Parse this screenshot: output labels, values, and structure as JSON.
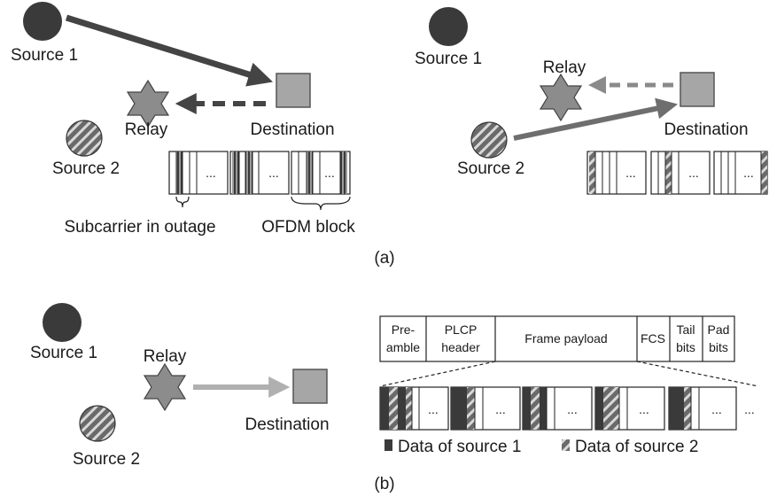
{
  "panel_a": {
    "left": {
      "source1": "Source 1",
      "relay": "Relay",
      "destination": "Destination",
      "source2": "Source 2",
      "subcarrier_label": "Subcarrier in outage",
      "ofdm_label": "OFDM block",
      "dots": "..."
    },
    "right": {
      "source1": "Source 1",
      "relay": "Relay",
      "destination": "Destination",
      "source2": "Source 2",
      "dots": "..."
    },
    "caption": "(a)"
  },
  "panel_b": {
    "source1": "Source 1",
    "relay": "Relay",
    "destination": "Destination",
    "source2": "Source 2",
    "frame_fields": [
      {
        "line1": "Pre-",
        "line2": "amble"
      },
      {
        "line1": "PLCP",
        "line2": "header"
      },
      {
        "line1": "Frame payload",
        "line2": ""
      },
      {
        "line1": "FCS",
        "line2": ""
      },
      {
        "line1": "Tail",
        "line2": "bits"
      },
      {
        "line1": "Pad",
        "line2": "bits"
      }
    ],
    "dots": "...",
    "legend": {
      "source1": "Data of source 1",
      "source2": "Data of source 2"
    },
    "caption": "(b)"
  },
  "colors": {
    "source1_node": "#3a3a3a",
    "relay_node": "#8c8c8c",
    "destination_node": "#a6a6a6",
    "arrow_dark": "#444444",
    "arrow_mid": "#6e6e6e",
    "arrow_light": "#b0b0b0"
  }
}
